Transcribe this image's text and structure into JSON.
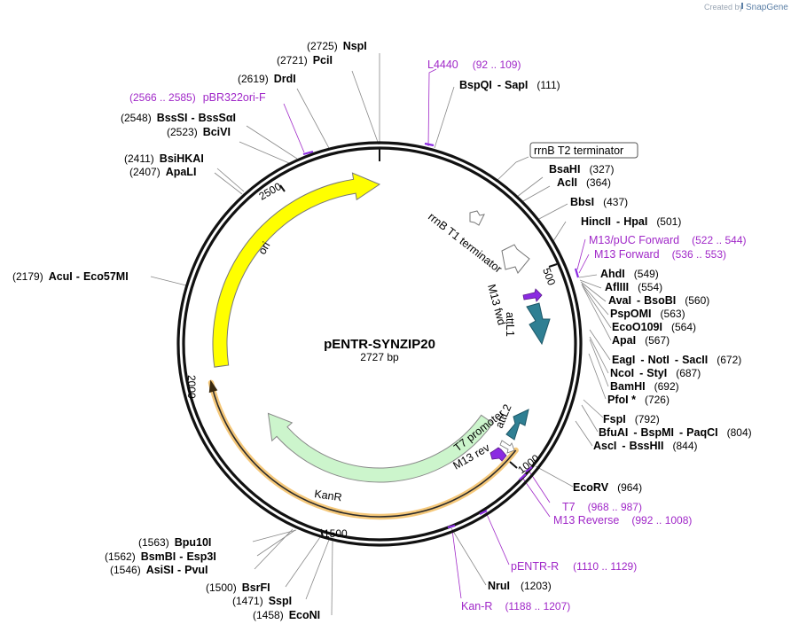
{
  "credit": {
    "prefix": "Created by",
    "brand": "SnapGene"
  },
  "plasmid": {
    "name": "pENTR-SYNZIP20",
    "length_label": "2727 bp"
  },
  "ticks": [
    "500",
    "1000",
    "1500",
    "2000",
    "2500"
  ],
  "features": {
    "ori": "ori",
    "kanr": "KanR",
    "rrnb_t1": "rrnB T1 terminator",
    "rrnb_t2": "rrnB T2 terminator",
    "m13_fwd": "M13 fwd",
    "attl1": "attL1",
    "t7_promoter": "T7 promoter",
    "attl2": "attL2",
    "m13_rev": "M13 rev"
  },
  "sites": [
    {
      "pos": "(2725)",
      "name": "NspI"
    },
    {
      "pos": "(2721)",
      "name": "PciI"
    },
    {
      "pos": "(2619)",
      "name": "DrdI"
    },
    {
      "pos": "(2548)",
      "name": "BssSI",
      "name2": "BssSαI"
    },
    {
      "pos": "(2523)",
      "name": "BciVI"
    },
    {
      "pos": "(2411)",
      "name": "BsiHKAI"
    },
    {
      "pos": "(2407)",
      "name": "ApaLI"
    },
    {
      "pos": "(2179)",
      "name": "AcuI",
      "name2": "Eco57MI"
    },
    {
      "name": "BspQI",
      "name2": "SapI",
      "pos": "(111)"
    },
    {
      "name": "BsaHI",
      "pos": "(327)"
    },
    {
      "name": "AclI",
      "pos": "(364)"
    },
    {
      "name": "BbsI",
      "pos": "(437)"
    },
    {
      "name": "HincII",
      "name2": "HpaI",
      "pos": "(501)"
    },
    {
      "name": "AhdI",
      "pos": "(549)"
    },
    {
      "name": "AflIII",
      "pos": "(554)"
    },
    {
      "name": "AvaI",
      "name2": "BsoBI",
      "pos": "(560)"
    },
    {
      "name": "PspOMI",
      "pos": "(563)"
    },
    {
      "name": "EcoO109I",
      "pos": "(564)"
    },
    {
      "name": "ApaI",
      "pos": "(567)"
    },
    {
      "name": "EagI",
      "name2": "NotI",
      "name3": "SacII",
      "pos": "(672)"
    },
    {
      "name": "NcoI",
      "name2": "StyI",
      "pos": "(687)"
    },
    {
      "name": "BamHI",
      "pos": "(692)"
    },
    {
      "name": "PfoI *",
      "pos": "(726)"
    },
    {
      "name": "FspI",
      "pos": "(792)"
    },
    {
      "name": "BfuAI",
      "name2": "BspMI",
      "name3": "PaqCI",
      "pos": "(804)"
    },
    {
      "name": "AscI",
      "name2": "BssHII",
      "pos": "(844)"
    },
    {
      "name": "EcoRV",
      "pos": "(964)"
    },
    {
      "name": "NruI",
      "pos": "(1203)"
    },
    {
      "pos": "(1563)",
      "name": "Bpu10I"
    },
    {
      "pos": "(1562)",
      "name": "BsmBI",
      "name2": "Esp3I"
    },
    {
      "pos": "(1546)",
      "name": "AsiSI",
      "name2": "PvuI"
    },
    {
      "pos": "(1500)",
      "name": "BsrFI"
    },
    {
      "pos": "(1471)",
      "name": "SspI"
    },
    {
      "pos": "(1458)",
      "name": "EcoNI"
    }
  ],
  "primers": [
    {
      "name": "L4440",
      "range": "(92 .. 109)"
    },
    {
      "name": "pBR322ori-F",
      "range": "(2566 .. 2585)"
    },
    {
      "name": "M13/pUC Forward",
      "range": "(522 .. 544)"
    },
    {
      "name": "M13 Forward",
      "range": "(536 .. 553)"
    },
    {
      "name": "T7",
      "range": "(968 .. 987)"
    },
    {
      "name": "M13 Reverse",
      "range": "(992 .. 1008)"
    },
    {
      "name": "pENTR-R",
      "range": "(1110 .. 1129)"
    },
    {
      "name": "Kan-R",
      "range": "(1188 .. 1207)"
    }
  ],
  "colors": {
    "backbone": "#111111",
    "ori": "#ffff00",
    "kanr": "#ccf5cc",
    "attl": "#2f7f93",
    "primer_site": "#8b2be2",
    "primer_text": "#a028c8",
    "orf_highlight": "#f5c87a"
  }
}
